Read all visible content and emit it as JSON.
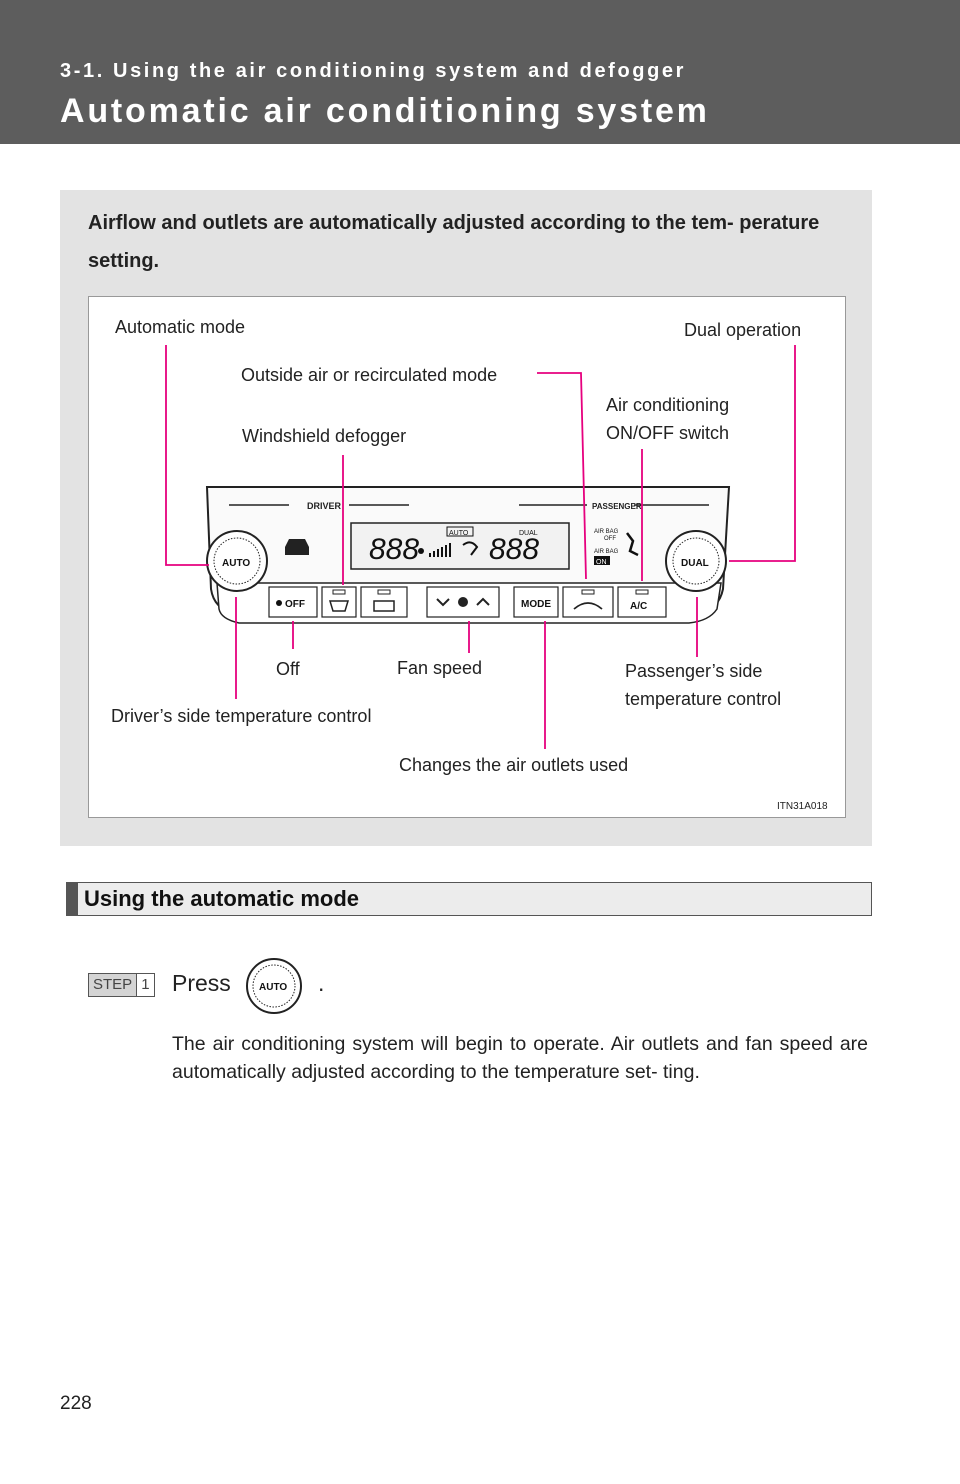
{
  "header": {
    "section": "3-1. Using the air conditioning system and defogger",
    "title": "Automatic air conditioning system"
  },
  "intro": {
    "text": "Airflow and outlets are automatically adjusted according to the tem- perature setting."
  },
  "figure": {
    "callouts": {
      "automatic_mode": "Automatic mode",
      "dual_operation": "Dual operation",
      "outside_air": "Outside air or recirculated mode",
      "ac_switch_line1": "Air conditioning",
      "ac_switch_line2": "ON/OFF switch",
      "windshield_defogger": "Windshield defogger",
      "off": "Off",
      "fan_speed": "Fan speed",
      "passenger_temp_line1": "Passenger’s side",
      "passenger_temp_line2": "temperature control",
      "driver_temp": "Driver’s side temperature control",
      "air_outlets": "Changes the air outlets used"
    },
    "panel": {
      "driver": "DRIVER",
      "passenger": "PASSENGER",
      "auto_knob": "AUTO",
      "dual_knob": "DUAL",
      "display_left": "888",
      "display_right": "888",
      "display_auto": "AUTO",
      "display_dual": "DUAL",
      "airbag_top": "AIR BAG",
      "airbag_off": "OFF",
      "airbag_bottom": "AIR BAG",
      "airbag_on": "ON",
      "off_button": "OFF",
      "mode_button": "MODE",
      "ac_button": "A/C"
    },
    "code": "ITN31A018"
  },
  "section": {
    "heading": "Using the automatic mode",
    "step_label": "STEP",
    "step_number": "1",
    "press": "Press",
    "period": ".",
    "icon_label": "AUTO",
    "description": "The air conditioning system will begin to operate. Air outlets and fan speed are automatically adjusted according to the temperature set- ting."
  },
  "page_number": "228",
  "colors": {
    "header_bg": "#5d5d5d",
    "box_bg": "#e3e3e3",
    "callout_line": "#e6007e"
  }
}
